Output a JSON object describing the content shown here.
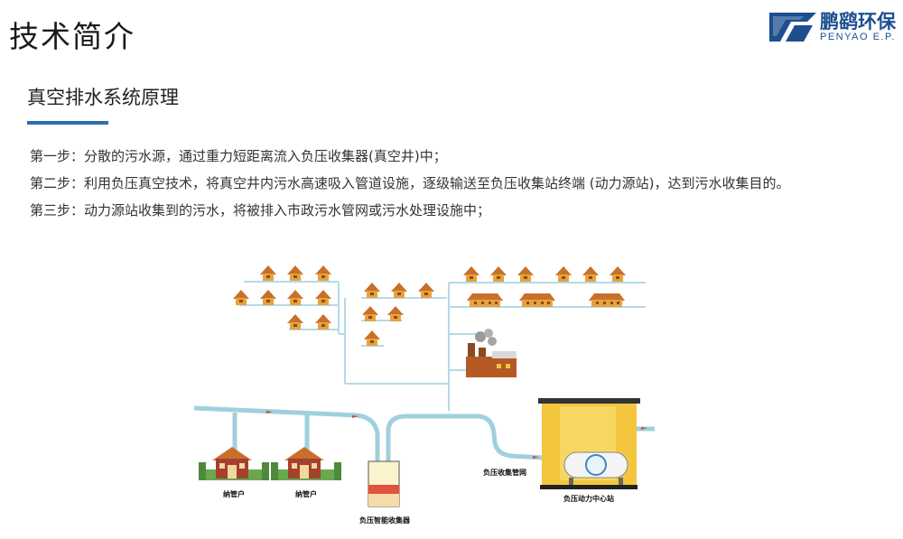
{
  "header": {
    "title": "技术简介",
    "logo_cn": "鹏鹞环保",
    "logo_en": "PENYAO E.P."
  },
  "section": {
    "title": "真空排水系统原理"
  },
  "steps": [
    "第一步：分散的污水源，通过重力短距离流入负压收集器(真空井)中；",
    "第二步：利用负压真空技术，将真空井内污水高速吸入管道设施，逐级输送至负压收集站终端 (动力源站)，达到污水收集目的。",
    "第三步：动力源站收集到的污水，将被排入市政污水管网或污水处理设施中；"
  ],
  "diagram": {
    "labels": {
      "household_1": "纳管户",
      "household_2": "纳管户",
      "collector": "负压智能收集器",
      "pipe_network": "负压收集管网",
      "center_station": "负压动力中心站"
    },
    "colors": {
      "pipe": "#b3dbe6",
      "roof": "#c8702a",
      "wall": "#e8a23c",
      "station_bg": "#f3c63d",
      "station_frame": "#1a1a1a"
    }
  }
}
